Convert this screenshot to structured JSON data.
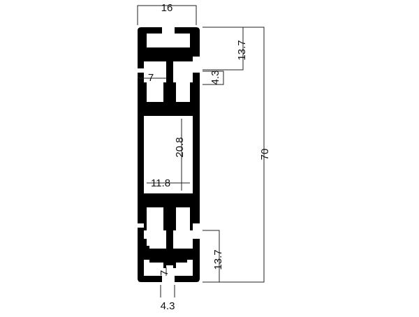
{
  "dimensions": {
    "overall_width": "16",
    "overall_height": "70",
    "top_slot_depth": "13.7",
    "top_slot_opening": "4.3",
    "top_web_width": "7",
    "center_cavity_height": "20.8",
    "center_cavity_width": "11.8",
    "bottom_slot_depth": "13.7",
    "bottom_web_width": "7",
    "bottom_slot_opening": "4.3"
  },
  "colors": {
    "profile": "#000000",
    "background": "#ffffff",
    "dimension_lines": "#222222"
  }
}
